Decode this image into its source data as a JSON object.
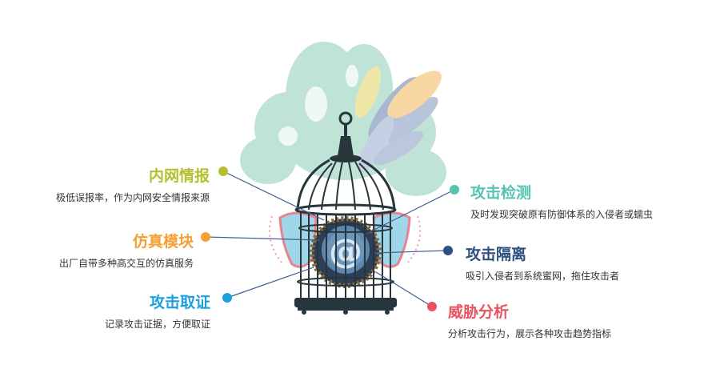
{
  "center_symbol": "@",
  "features": [
    {
      "id": "intranet-intel",
      "title": "内网情报",
      "desc": "极低误报率，作为内网安全情报来源",
      "color": "#b5bf2f"
    },
    {
      "id": "simulation-module",
      "title": "仿真模块",
      "desc": "出厂自带多种高交互的仿真服务",
      "color": "#f5a034"
    },
    {
      "id": "attack-forensics",
      "title": "攻击取证",
      "desc": "记录攻击证据，方便取证",
      "color": "#1aa0e0"
    },
    {
      "id": "attack-detection",
      "title": "攻击检测",
      "desc": "及时发现突破原有防御体系的入侵者或蠕虫",
      "color": "#55c3ad"
    },
    {
      "id": "attack-isolation",
      "title": "攻击隔离",
      "desc": "吸引入侵者到系统蜜网，拖住攻击者",
      "color": "#2e4f7f"
    },
    {
      "id": "threat-analysis",
      "title": "威胁分析",
      "desc": "分析攻击行为，展示各种攻击趋势指标",
      "color": "#e9535f"
    }
  ]
}
